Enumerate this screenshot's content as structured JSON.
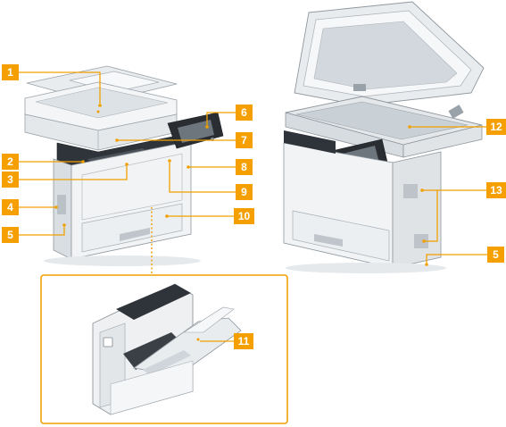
{
  "colors": {
    "callout": "#f5a000",
    "callout_line": "#f0a000",
    "device_body": "#eef0f1",
    "device_dark": "#2e3238",
    "glass": "#cfd6dc"
  },
  "callouts": {
    "c1": "1",
    "c2": "2",
    "c3": "3",
    "c4": "4",
    "c5a": "5",
    "c5b": "5",
    "c6": "6",
    "c7": "7",
    "c8": "8",
    "c9": "9",
    "c10": "10",
    "c11": "11",
    "c12": "12",
    "c13": "13"
  },
  "icons": [
    "printer-front-illustration",
    "printer-open-lid-illustration",
    "multipurpose-tray-illustration"
  ]
}
